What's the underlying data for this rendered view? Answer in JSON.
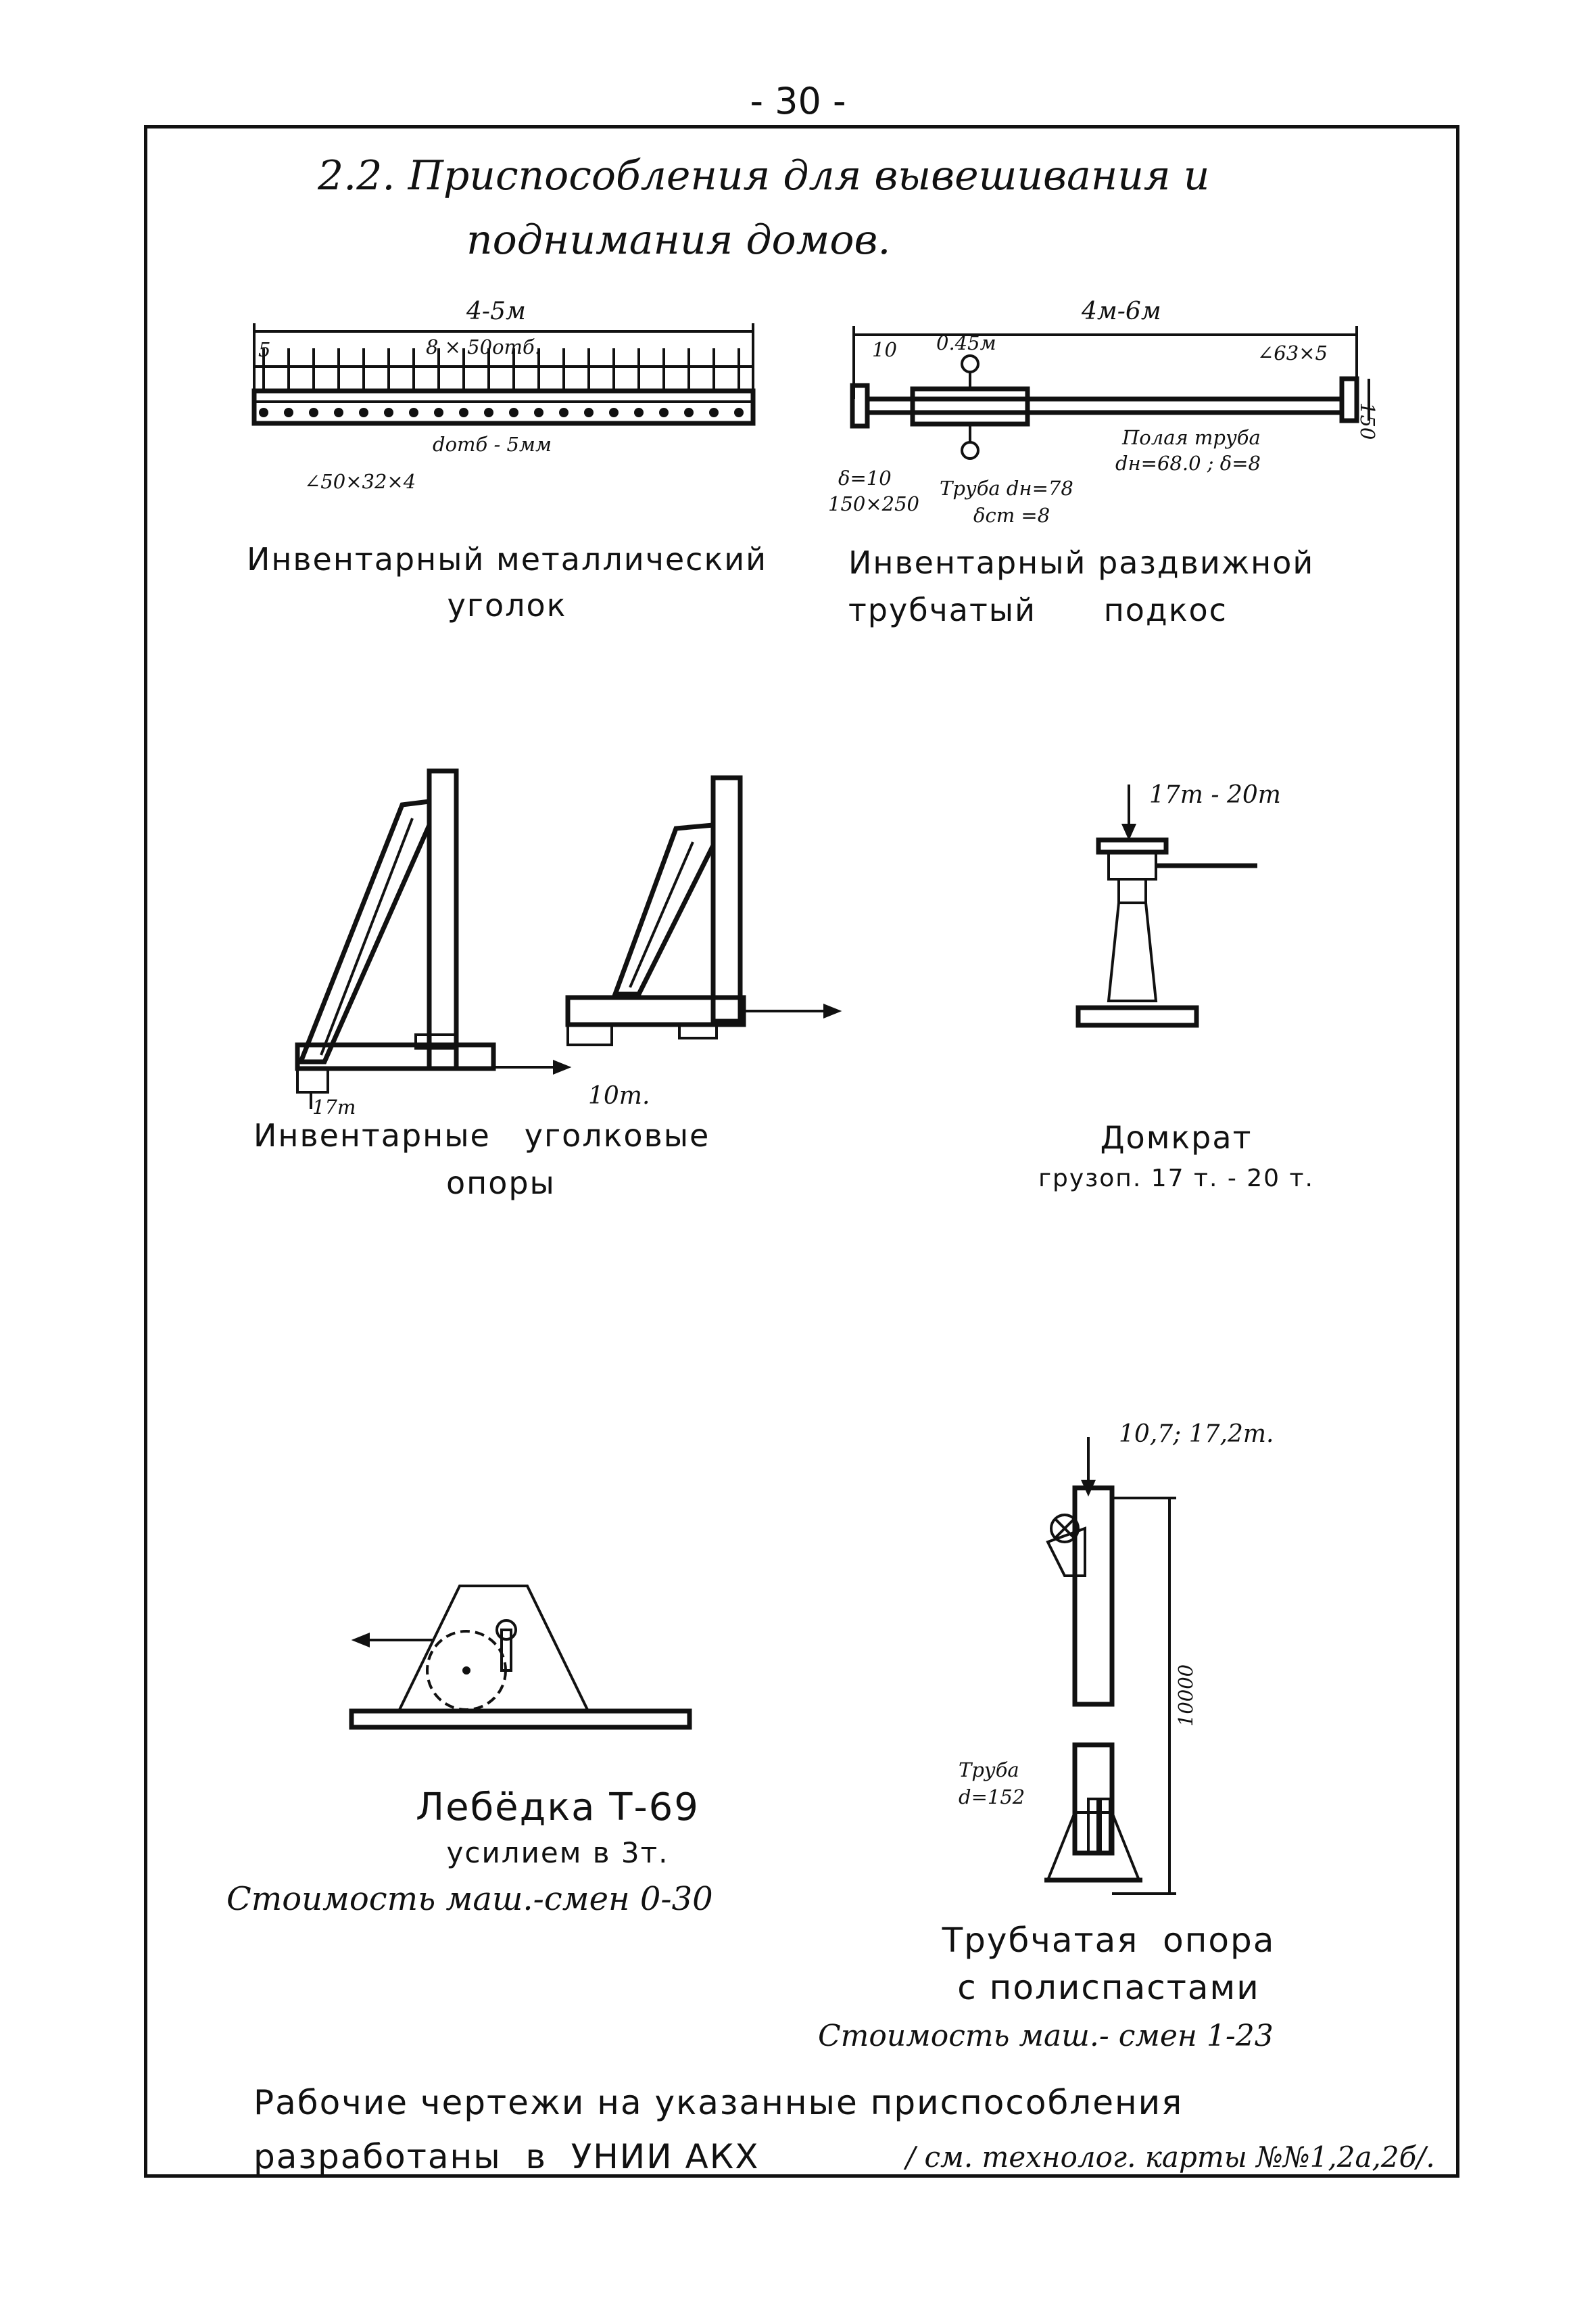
{
  "page": {
    "number": "- 30 -"
  },
  "section": {
    "title_line1": "2.2. Приспособления для вывешивания и",
    "title_line2": "поднимания домов."
  },
  "angle_iron": {
    "dim_total": "4-5м",
    "dim_holes": "8 × 50отб.",
    "dim_5": "5",
    "dim_hole_dia": "dотб - 5мм",
    "dim_profile": "∠50×32×4",
    "caption_line1": "Инвентарный металлический",
    "caption_line2": "уголок"
  },
  "strut": {
    "dim_total": "4м-6м",
    "dim_10": "10",
    "dim_045": "0.45м",
    "dim_angle": "∠63×5",
    "dim_150": "150",
    "label_hollow1": "Полая труба",
    "label_hollow2": "dн=68.0 ; δ=8",
    "label_plate1": "δ=10",
    "label_plate2": "150×250",
    "label_tube1": "Труба dн=78",
    "label_tube2": "δст =8",
    "caption_line1": "Инвентарный раздвижной",
    "caption_line2": "трубчатый      подкос"
  },
  "supports": {
    "load1": "17т",
    "load2": "10т.",
    "caption_line1": "Инвентарные   уголковые",
    "caption_line2": "опоры"
  },
  "jack": {
    "load": "17т - 20т",
    "caption_line1": "Домкрат",
    "caption_line2": "грузоп. 17 т. - 20 т."
  },
  "winch": {
    "caption_line1": "Лебёдка Т-69",
    "caption_line2": "усилием в 3т.",
    "caption_line3": "Стоимость маш.-смен 0-30"
  },
  "tube_support": {
    "load": "10,7; 17,2т.",
    "height": "10000",
    "label_tube1": "Труба",
    "label_tube2": "d=152",
    "caption_line1": "Трубчатая  опора",
    "caption_line2": "с полиспастами",
    "caption_line3": "Стоимость маш.- смен 1-23"
  },
  "footer": {
    "line1": "Рабочие чертежи на указанные приспособления",
    "line2_main": "разработаны  в  УНИИ АКХ",
    "line2_ref": "/ см. технолог. карты №№1,2а,2б/."
  }
}
